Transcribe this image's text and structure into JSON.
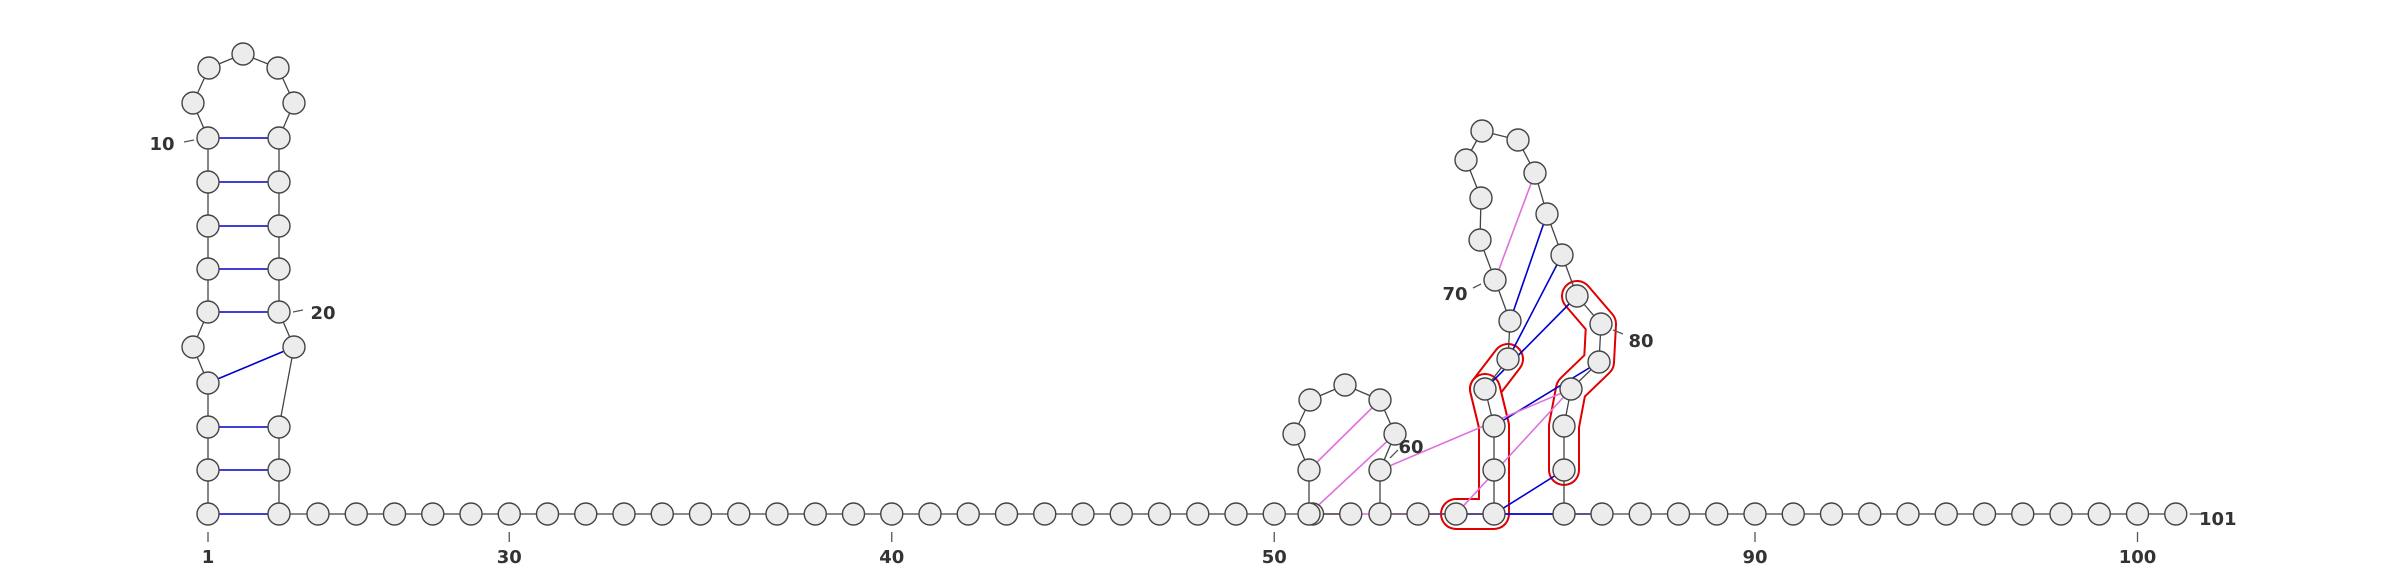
{
  "diagram": {
    "type": "rna-secondary-structure",
    "nucleotide_count": 101,
    "colors": {
      "nucleotide_fill": "#ececec",
      "nucleotide_stroke": "#444444",
      "canonical_pair": "#0000cc",
      "noncanonical_pair": "#e070e0",
      "highlight_outline": "#e00000"
    },
    "base_pairs": [
      {
        "i": 1,
        "j": 24,
        "kind": "canonical"
      },
      {
        "i": 2,
        "j": 23,
        "kind": "canonical"
      },
      {
        "i": 3,
        "j": 22,
        "kind": "canonical"
      },
      {
        "i": 4,
        "j": 21,
        "kind": "canonical"
      },
      {
        "i": 6,
        "j": 20,
        "kind": "canonical"
      },
      {
        "i": 7,
        "j": 19,
        "kind": "canonical"
      },
      {
        "i": 8,
        "j": 18,
        "kind": "canonical"
      },
      {
        "i": 9,
        "j": 17,
        "kind": "canonical"
      },
      {
        "i": 10,
        "j": 16,
        "kind": "canonical"
      },
      {
        "i": 53,
        "j": 59,
        "kind": "noncanonical"
      },
      {
        "i": 54,
        "j": 58,
        "kind": "noncanonical"
      },
      {
        "i": 62,
        "j": 86,
        "kind": "canonical"
      },
      {
        "i": 63,
        "j": 85,
        "kind": "canonical"
      },
      {
        "i": 64,
        "j": 84,
        "kind": "canonical"
      },
      {
        "i": 66,
        "j": 81,
        "kind": "canonical"
      },
      {
        "i": 67,
        "j": 79,
        "kind": "canonical"
      },
      {
        "i": 68,
        "j": 78,
        "kind": "canonical"
      },
      {
        "i": 69,
        "j": 77,
        "kind": "canonical"
      },
      {
        "i": 70,
        "j": 76,
        "kind": "noncanonical"
      },
      {
        "i": 53,
        "j": 64,
        "kind": "noncanonical"
      },
      {
        "i": 60,
        "j": 82,
        "kind": "noncanonical"
      },
      {
        "i": 63,
        "j": 82,
        "kind": "noncanonical"
      }
    ],
    "position_labels": [
      {
        "text": "1",
        "nt": 1
      },
      {
        "text": "10",
        "nt": 10
      },
      {
        "text": "20",
        "nt": 20
      },
      {
        "text": "30",
        "nt": 30
      },
      {
        "text": "40",
        "nt": 40
      },
      {
        "text": "50",
        "nt": 50
      },
      {
        "text": "60",
        "nt": 60
      },
      {
        "text": "70",
        "nt": 70
      },
      {
        "text": "80",
        "nt": 80
      },
      {
        "text": "90",
        "nt": 90
      },
      {
        "text": "100",
        "nt": 100
      },
      {
        "text": "101",
        "nt": 101
      }
    ],
    "highlight_groups": [
      {
        "nucleotides": [
          65,
          66,
          67,
          68
        ]
      },
      {
        "nucleotides": [
          63,
          64,
          65,
          66,
          67
        ]
      },
      {
        "nucleotides": [
          79,
          80,
          81,
          82,
          83,
          84
        ]
      }
    ]
  }
}
